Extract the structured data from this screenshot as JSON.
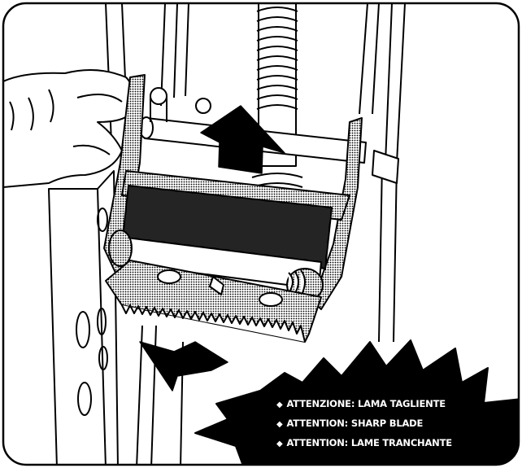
{
  "warnings": {
    "bullet": "◆",
    "lines": [
      "ATTENZIONE: LAMA TAGLIENTE",
      "ATTENTION: SHARP BLADE",
      "ATTENTION: LAME  TRANCHANTE"
    ]
  },
  "colors": {
    "ink": "#000000",
    "paper": "#ffffff",
    "shade": "#bdbdbd"
  }
}
